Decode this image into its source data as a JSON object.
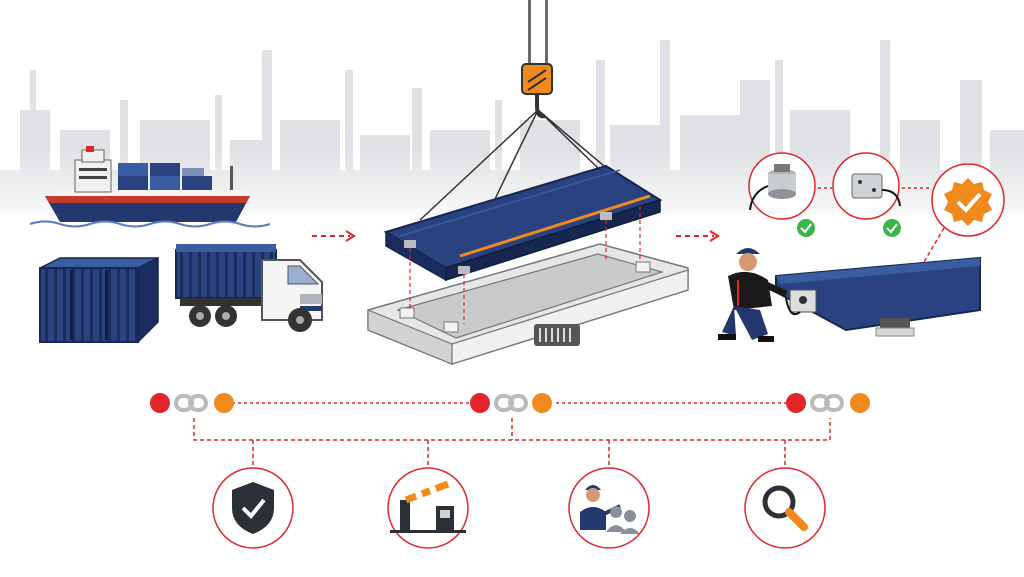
{
  "diagram": {
    "stages": [
      {
        "id": "shipping",
        "items": [
          "container-ship",
          "shipping-container",
          "container-truck"
        ]
      },
      {
        "id": "installation",
        "items": [
          "crane-hook",
          "weighbridge-deck",
          "concrete-pit",
          "drainage-grate"
        ]
      },
      {
        "id": "calibration",
        "items": [
          "technician",
          "load-cell",
          "junction-box",
          "certified-badge"
        ]
      }
    ],
    "chain_links": 3,
    "benefit_icons": [
      "shield-check-icon",
      "barrier-gate-icon",
      "training-icon",
      "magnifier-icon"
    ],
    "colors": {
      "navy": "#23386e",
      "navy_dark": "#17274f",
      "accent_orange": "#f08a1c",
      "accent_red": "#e0262a",
      "dashed_red": "#e0262a",
      "concrete": "#dcdcdc",
      "skyline": "#d8dadd",
      "check_green": "#3bb54a"
    }
  }
}
